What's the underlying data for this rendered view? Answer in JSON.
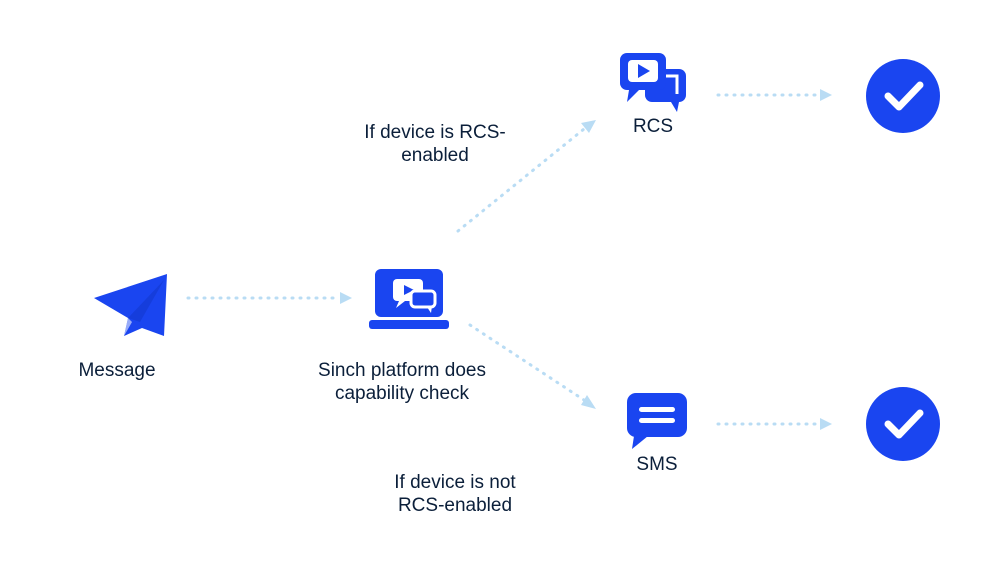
{
  "colors": {
    "accent": "#1a45f0",
    "connector": "#b9dcf4",
    "text": "#0b1f3a",
    "background": "#ffffff"
  },
  "nodes": {
    "message": {
      "icon": "paper-plane-icon",
      "label": "Message"
    },
    "platform": {
      "icon": "laptop-chat-icon",
      "label_line1": "Sinch platform does",
      "label_line2": "capability check"
    },
    "rcs": {
      "icon": "chat-bubbles-video-icon",
      "label": "RCS"
    },
    "sms": {
      "icon": "sms-message-icon",
      "label": "SMS"
    },
    "rcs_result": {
      "icon": "check-circle-icon"
    },
    "sms_result": {
      "icon": "check-circle-icon"
    }
  },
  "edges": {
    "to_rcs": {
      "line1": "If device is RCS-",
      "line2": "enabled"
    },
    "to_sms": {
      "line1": "If device is not",
      "line2": "RCS-enabled"
    }
  }
}
